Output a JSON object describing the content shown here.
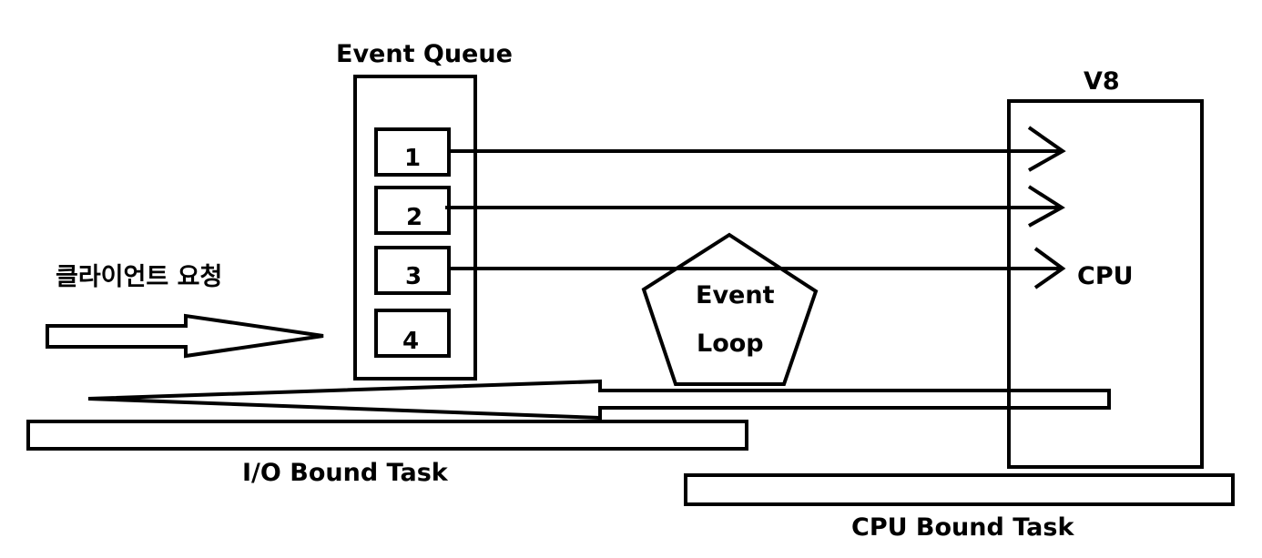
{
  "colors": {
    "stroke": "#000000",
    "background": "#ffffff"
  },
  "event_queue": {
    "title": "Event Queue",
    "slots": [
      "1",
      "2",
      "3",
      "4"
    ]
  },
  "v8": {
    "title": "V8",
    "cpu_label": "CPU"
  },
  "client_request_label": "클라이언트 요청",
  "event_loop": {
    "line1": "Event",
    "line2": "Loop"
  },
  "io_bound_label": "I/O Bound Task",
  "cpu_bound_label": "CPU Bound Task"
}
